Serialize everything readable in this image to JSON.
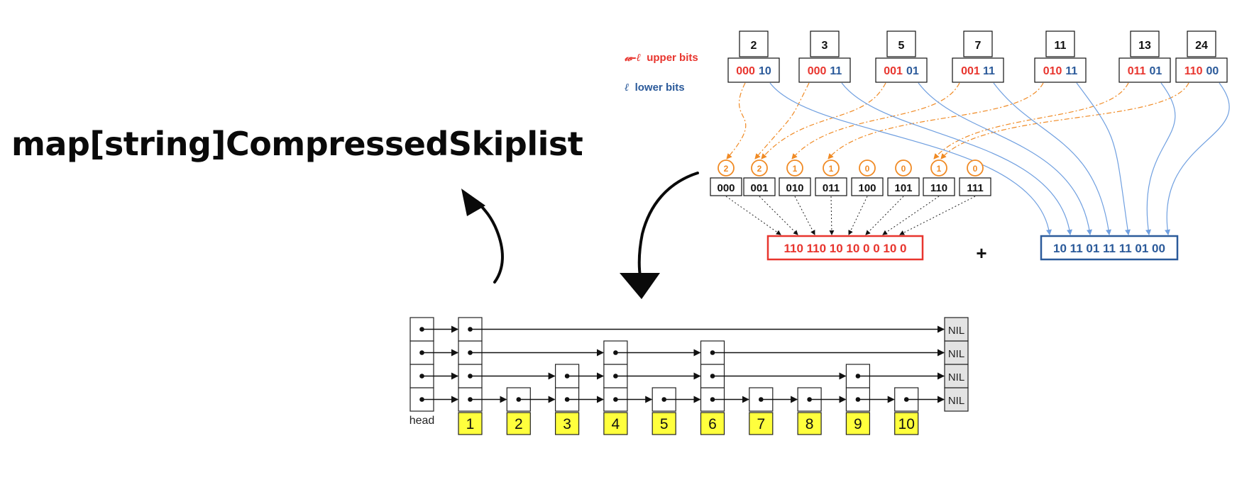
{
  "title": "map[string]CompressedSkiplist",
  "colors": {
    "red": "#e8352e",
    "blue": "#2b5a9a",
    "orange": "#f08a24",
    "lightblue": "#6f9fe0",
    "yellow": "#ffff3d",
    "nilgray": "#e3e3e3",
    "black": "#111111"
  },
  "elias_fano": {
    "upper_label": "upper bits",
    "upper_symbol": "𝓌-ℓ",
    "lower_label": "lower bits",
    "lower_symbol": "ℓ",
    "values": [
      {
        "value": "2",
        "upper": "000",
        "lower": "10"
      },
      {
        "value": "3",
        "upper": "000",
        "lower": "11"
      },
      {
        "value": "5",
        "upper": "001",
        "lower": "01"
      },
      {
        "value": "7",
        "upper": "001",
        "lower": "11"
      },
      {
        "value": "11",
        "upper": "010",
        "lower": "11"
      },
      {
        "value": "13",
        "upper": "011",
        "lower": "01"
      },
      {
        "value": "24",
        "upper": "110",
        "lower": "00"
      }
    ],
    "buckets": [
      {
        "label": "000",
        "count": "2"
      },
      {
        "label": "001",
        "count": "2"
      },
      {
        "label": "010",
        "count": "1"
      },
      {
        "label": "011",
        "count": "1"
      },
      {
        "label": "100",
        "count": "0"
      },
      {
        "label": "101",
        "count": "0"
      },
      {
        "label": "110",
        "count": "1"
      },
      {
        "label": "111",
        "count": "0"
      }
    ],
    "upper_encoded": "110 110 10 10 0 0 10 0",
    "plus": "+",
    "lower_encoded": "10 11 01 11 11 01 00"
  },
  "skiplist": {
    "head_label": "head",
    "nil_label": "NIL",
    "nodes": [
      {
        "key": "1",
        "height": 4
      },
      {
        "key": "2",
        "height": 1
      },
      {
        "key": "3",
        "height": 2
      },
      {
        "key": "4",
        "height": 3
      },
      {
        "key": "5",
        "height": 1
      },
      {
        "key": "6",
        "height": 3
      },
      {
        "key": "7",
        "height": 1
      },
      {
        "key": "8",
        "height": 1
      },
      {
        "key": "9",
        "height": 2
      },
      {
        "key": "10",
        "height": 1
      }
    ]
  }
}
